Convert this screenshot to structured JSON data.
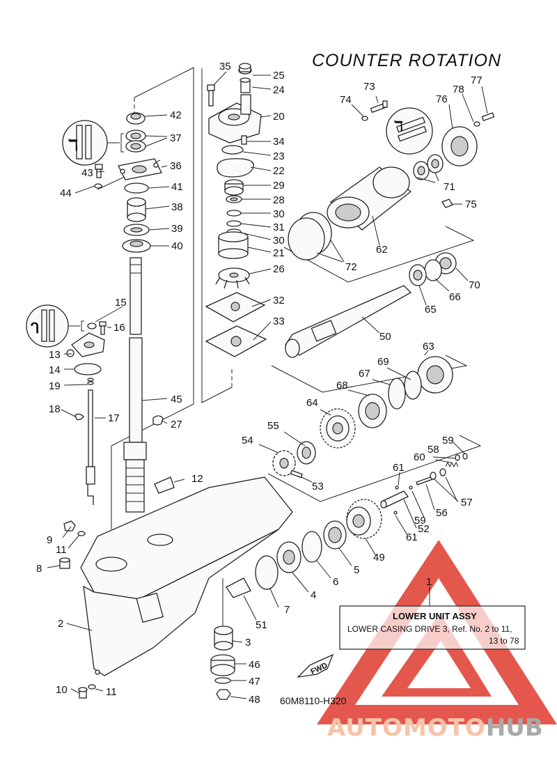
{
  "header": {
    "title": "COUNTER  ROTATION"
  },
  "footer": {
    "diagram_code": "60M8110-H320"
  },
  "legend": {
    "ref": "1",
    "line1": "LOWER UNIT ASSY",
    "line2": "LOWER CASING DRIVE 3,  Ref. No. 2 to 11,",
    "line3": "13 to 78"
  },
  "fwd_label": "FWD",
  "watermark": {
    "part1": "AUTOMOTO",
    "part2": "HUB"
  },
  "colors": {
    "watermark_red": "#e03a2f",
    "watermark_text": "#f2b38f",
    "watermark_gray": "#9a9a9a"
  },
  "callouts": {
    "c35": "35",
    "c25": "25",
    "c24": "24",
    "c20": "20",
    "c34": "34",
    "c23": "23",
    "c22": "22",
    "c29": "29",
    "c28": "28",
    "c30a": "30",
    "c31": "31",
    "c30b": "30",
    "c21": "21",
    "c26": "26",
    "c32": "32",
    "c33": "33",
    "c42": "42",
    "c37": "37",
    "c36": "36",
    "c43": "43",
    "c44": "44",
    "c41": "41",
    "c38": "38",
    "c39": "39",
    "c40": "40",
    "c15": "15",
    "c16": "16",
    "c13": "13",
    "c14": "14",
    "c19": "19",
    "c18": "18",
    "c17": "17",
    "c45": "45",
    "c27": "27",
    "c12": "12",
    "c73": "73",
    "c74": "74",
    "c78": "78",
    "c77": "77",
    "c76": "76",
    "c71": "71",
    "c75": "75",
    "c62": "62",
    "c72": "72",
    "c70": "70",
    "c66": "66",
    "c65": "65",
    "c50": "50",
    "c63": "63",
    "c69": "69",
    "c67": "67",
    "c68": "68",
    "c64": "64",
    "c55": "55",
    "c54": "54",
    "c53": "53",
    "c59a": "59",
    "c58": "58",
    "c60": "60",
    "c61a": "61",
    "c57": "57",
    "c56": "56",
    "c59b": "59",
    "c52": "52",
    "c61b": "61",
    "c49": "49",
    "c5": "5",
    "c6": "6",
    "c4": "4",
    "c7": "7",
    "c51": "51",
    "c9": "9",
    "c11a": "11",
    "c8": "8",
    "c2": "2",
    "c3": "3",
    "c46": "46",
    "c47": "47",
    "c48": "48",
    "c10": "10",
    "c11b": "11"
  }
}
